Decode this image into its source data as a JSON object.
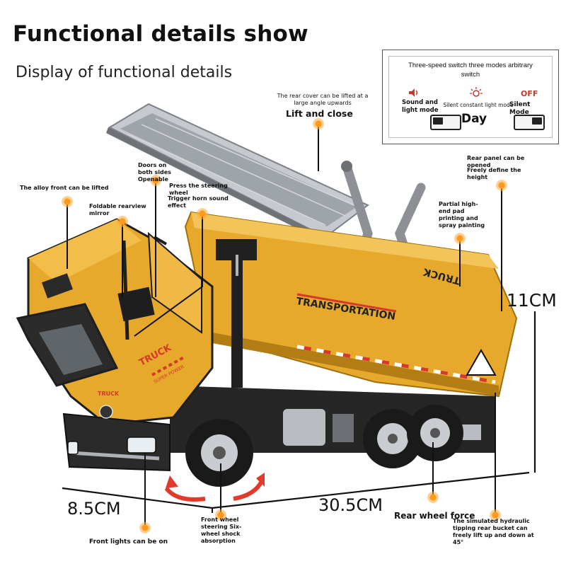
{
  "header": {
    "title": "Functional details show",
    "subtitle": "Display of functional details"
  },
  "switch_panel": {
    "heading": "Three-speed switch three modes arbitrary switch",
    "sound_label": "Sound and light mode",
    "constant_label": "Silent constant light mode",
    "day_label": "Day",
    "off_label": "OFF",
    "silent_label": "Silent Mode"
  },
  "callouts": {
    "rear_cover": "The rear cover can be lifted at a large angle upwards",
    "lift_close": "Lift and close",
    "alloy_front": "The alloy front can be lifted",
    "doors": "Doors on both sides Openable",
    "mirror": "Foldable rearview mirror",
    "steering": "Press the steering wheel",
    "horn": "Trigger horn sound effect",
    "rear_panel": "Rear panel can be opened",
    "height": "Freely define the height",
    "pad_printing": "Partial high-end pad printing and spray painting",
    "front_lights": "Front lights can be on",
    "front_wheel": "Front wheel steering Six-wheel shock absorption",
    "rear_force": "Rear wheel force",
    "hydraulic": "The simulated hydraulic tipping rear bucket can freely lift up and down at 45°"
  },
  "dimensions": {
    "height": "11CM",
    "width": "8.5CM",
    "length": "30.5CM"
  },
  "truck": {
    "cab_text": "TRUCK",
    "cab_subtext": "SUPER POWER",
    "bumper_text": "TRUCK",
    "bed_text": "TRANSPORTATION",
    "tailgate_text": "TRUCK"
  },
  "colors": {
    "body_yellow": "#e7a92b",
    "dark": "#1e1e1e",
    "accent_orange": "#ff9a1a",
    "grey": "#8d9196"
  }
}
